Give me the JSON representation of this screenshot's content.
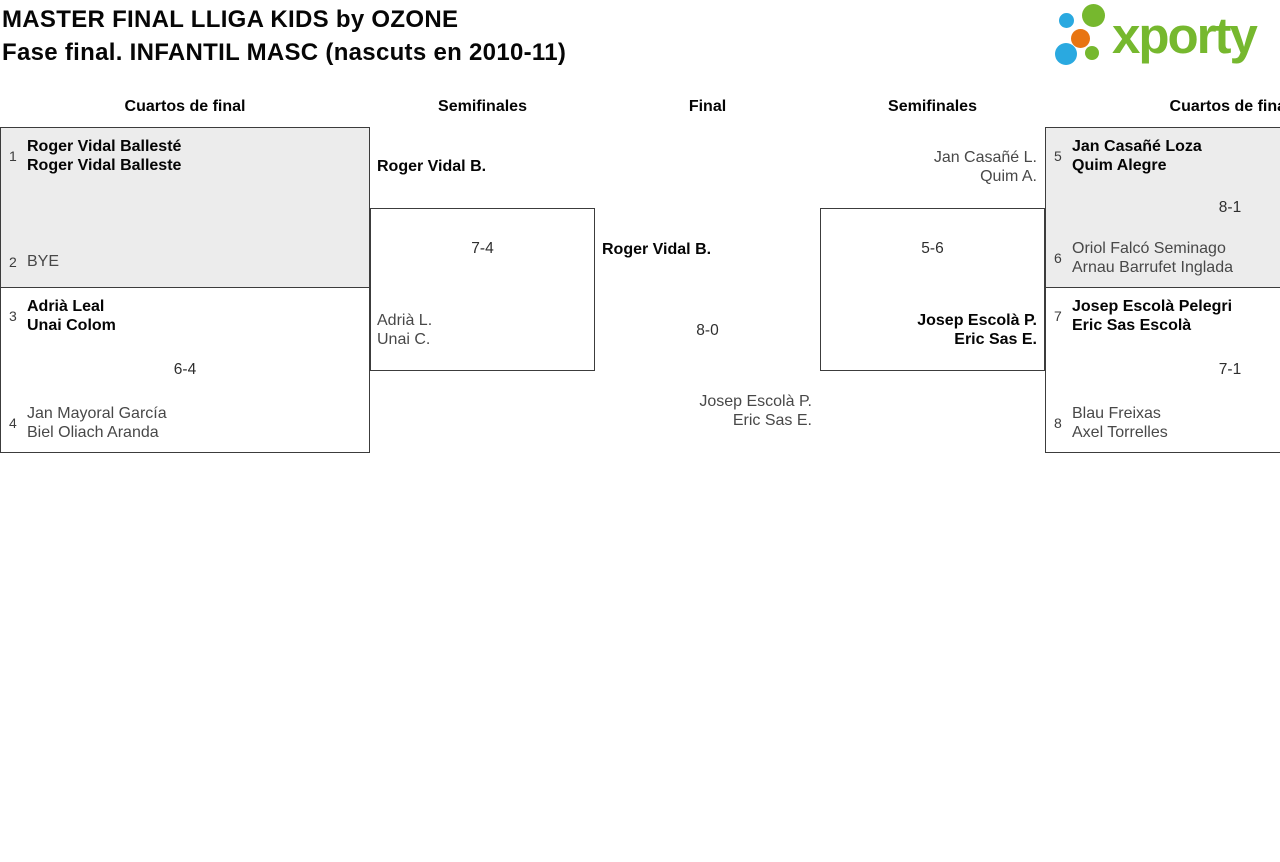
{
  "header": {
    "title_line1": "MASTER FINAL LLIGA KIDS by OZONE",
    "title_line2": "Fase final. INFANTIL MASC (nascuts en 2010-11)",
    "logo_text": "xporty"
  },
  "colors": {
    "logo_green": "#76b82e",
    "logo_blue": "#2aa9e0",
    "logo_orange": "#e87511",
    "alt_box_fill": "#ececec"
  },
  "round_headers": {
    "qf_left": "Cuartos de final",
    "sf_left": "Semifinales",
    "final": "Final",
    "sf_right": "Semifinales",
    "qf_right": "Cuartos de final"
  },
  "matches": {
    "qf1": {
      "seed_a": "1",
      "team_a_line1": "Roger Vidal Ballesté",
      "team_a_line2": "Roger Vidal Balleste",
      "score": "",
      "seed_b": "2",
      "team_b_line1": "BYE"
    },
    "qf2": {
      "seed_a": "3",
      "team_a_line1": "Adrià Leal",
      "team_a_line2": "Unai Colom",
      "score": "6-4",
      "seed_b": "4",
      "team_b_line1": "Jan Mayoral García",
      "team_b_line2": "Biel Oliach Aranda"
    },
    "sf_left": {
      "team_a": "Roger Vidal B.",
      "score": "7-4",
      "team_b_line1": "Adrià L.",
      "team_b_line2": "Unai C."
    },
    "final": {
      "team_a": "Roger Vidal B.",
      "score": "8-0",
      "team_b_line1": "Josep Escolà P.",
      "team_b_line2": "Eric Sas E."
    },
    "sf_right": {
      "team_a_line1": "Jan Casañé L.",
      "team_a_line2": "Quim A.",
      "score": "5-6",
      "team_b_line1": "Josep Escolà P.",
      "team_b_line2": "Eric Sas E."
    },
    "qf3": {
      "seed_a": "5",
      "team_a_line1": "Jan Casañé Loza",
      "team_a_line2": "Quim Alegre",
      "score": "8-1",
      "seed_b": "6",
      "team_b_line1": "Oriol Falcó Seminago",
      "team_b_line2": "Arnau Barrufet Inglada"
    },
    "qf4": {
      "seed_a": "7",
      "team_a_line1": "Josep Escolà Pelegri",
      "team_a_line2": "Eric Sas Escolà",
      "score": "7-1",
      "seed_b": "8",
      "team_b_line1": "Blau Freixas",
      "team_b_line2": "Axel Torrelles"
    }
  }
}
